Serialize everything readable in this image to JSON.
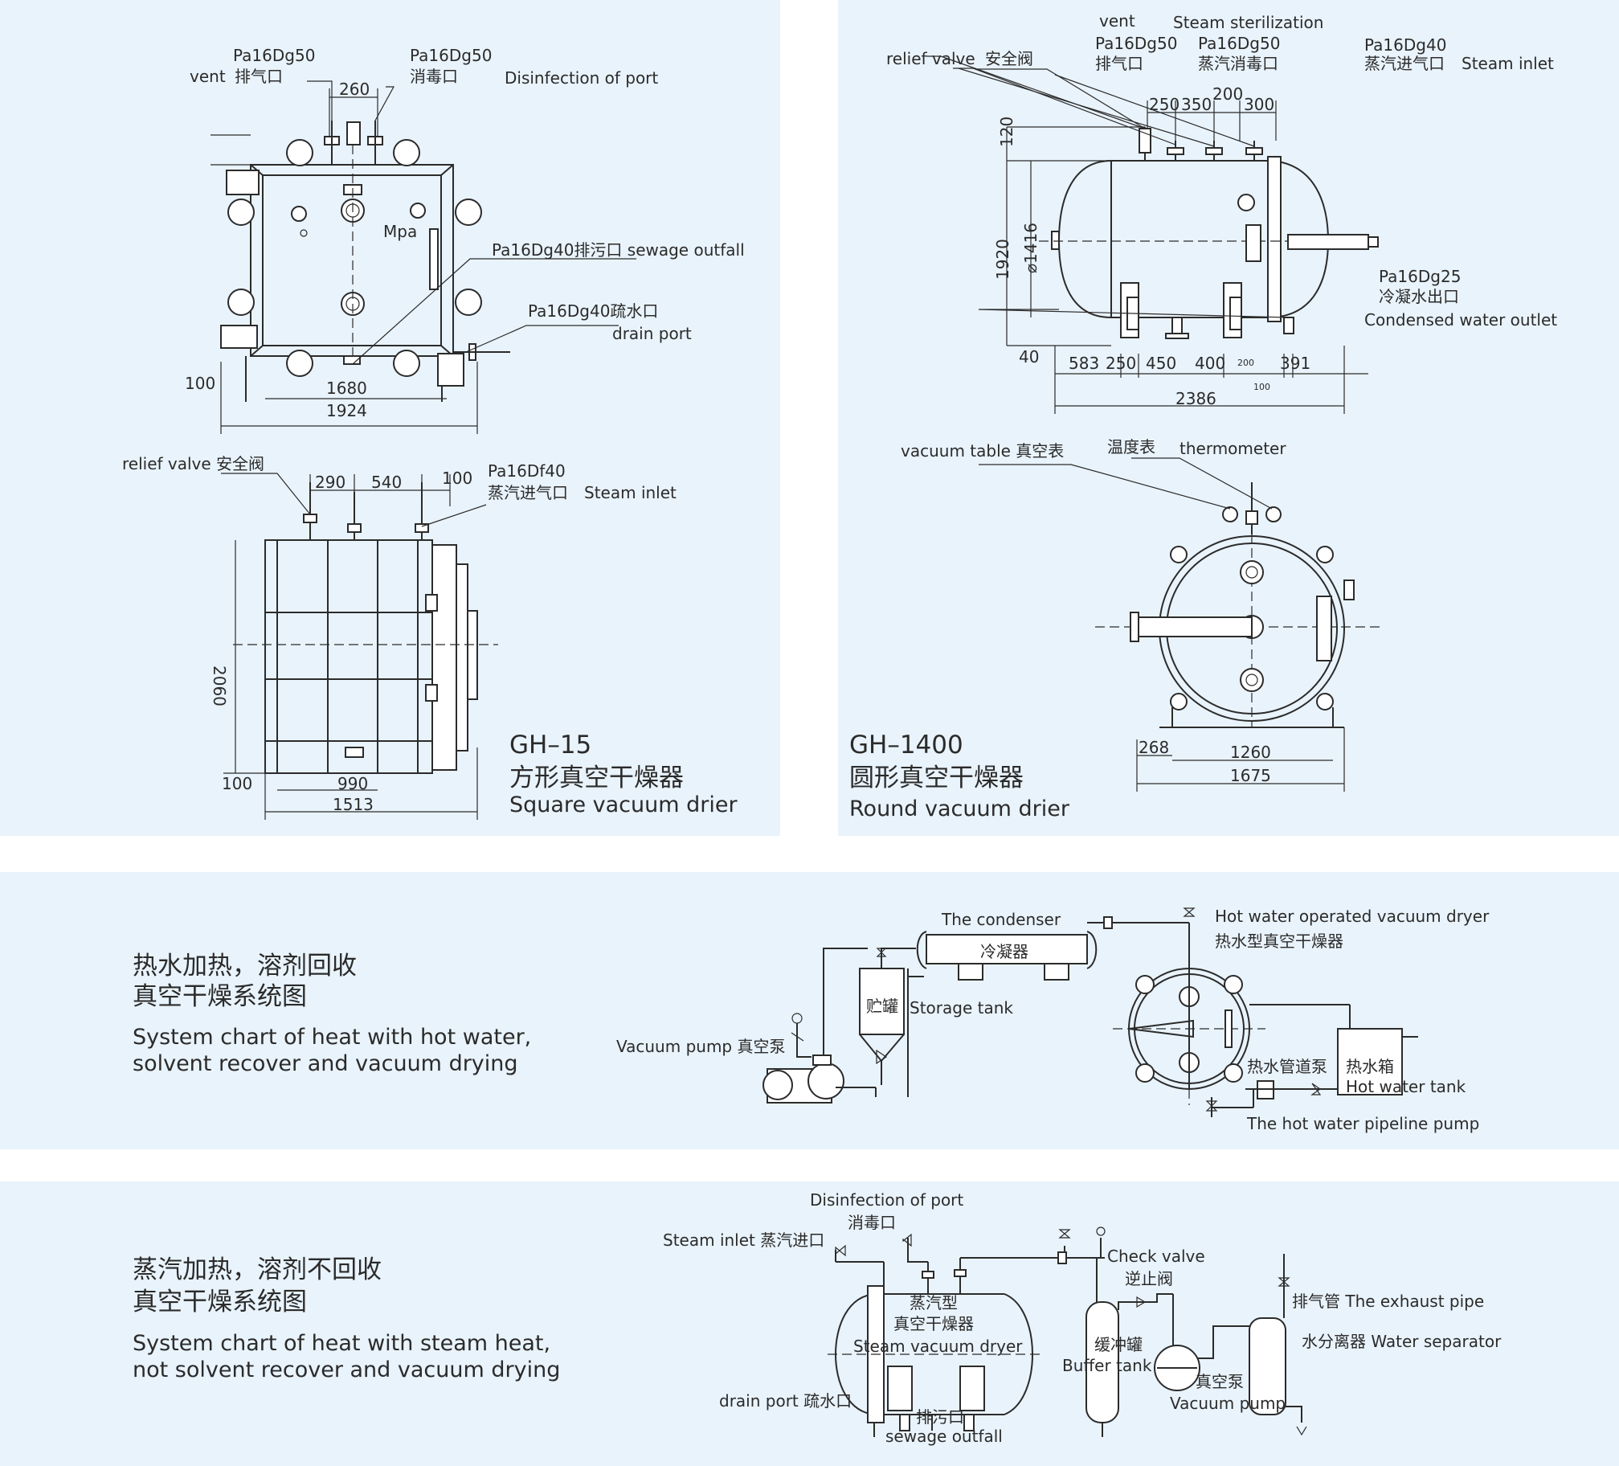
{
  "square": {
    "vent_spec": "Pa16Dg50",
    "vent_en": "vent",
    "vent_cn": "排气口",
    "disinfect_spec": "Pa16Dg50",
    "disinfect_cn": "消毒口",
    "disinfect_en": "Disinfection of port",
    "dim_260": "260",
    "mpa": "Mpa",
    "sewage": "Pa16Dg40排污口 sewage outfall",
    "drain_spec": "Pa16Dg40疏水口",
    "drain_en": "drain port",
    "dim_100_top": "100",
    "dim_1680": "1680",
    "dim_1924": "1924",
    "relief": "relief valve 安全阀",
    "dim_290": "290",
    "dim_540": "540",
    "dim_100_side": "100",
    "steam_spec": "Pa16Df40",
    "steam_cn": "蒸汽进气口",
    "steam_en": "Steam inlet",
    "dim_2060": "2060",
    "dim_100_bottom": "100",
    "dim_990": "990",
    "dim_1513": "1513",
    "model": "GH–15",
    "name_cn": "方形真空干燥器",
    "name_en": "Square vacuum drier"
  },
  "round": {
    "vent_en": "vent",
    "steam_ster_en": "Steam sterilization",
    "relief": "relief valve",
    "relief_cn": "安全阀",
    "vent_spec": "Pa16Dg50",
    "vent_cn": "排气口",
    "ster_spec": "Pa16Dg50",
    "ster_cn": "蒸汽消毒口",
    "steam_spec": "Pa16Dg40",
    "steam_cn": "蒸汽进气口",
    "steam_en": "Steam inlet",
    "d250": "250",
    "d350": "350",
    "d200": "200",
    "d300": "300",
    "d120": "120",
    "d1416": "⌀1416",
    "d1920": "1920",
    "cond_spec": "Pa16Dg25",
    "cond_cn": "冷凝水出口",
    "cond_en": "Condensed water outlet",
    "d40": "40",
    "d583": "583",
    "d250b": "250",
    "d450": "450",
    "d400": "400",
    "d200s": "200",
    "d100s": "100",
    "d391": "391",
    "d2386": "2386",
    "vac_table": "vacuum table 真空表",
    "thermo_cn": "温度表",
    "thermo_en": "thermometer",
    "d268": "268",
    "d1260": "1260",
    "d1675": "1675",
    "model": "GH–1400",
    "name_cn": "圆形真空干燥器",
    "name_en": "Round vacuum drier"
  },
  "hot": {
    "title_cn1": "热水加热，溶剂回收",
    "title_cn2": "真空干燥系统图",
    "title_en1": "System chart of heat with hot water,",
    "title_en2": "solvent recover and vacuum drying",
    "condenser_en": "The condenser",
    "condenser_cn": "冷凝器",
    "storage_cn": "贮罐",
    "storage_en": "Storage tank",
    "vacpump": "Vacuum pump 真空泵",
    "dryer_en": "Hot water operated vacuum dryer",
    "dryer_cn": "热水型真空干燥器",
    "pipepump_cn": "热水管道泵",
    "tank_cn": "热水箱",
    "tank_en": "Hot water tank",
    "pipepump_en": "The hot water pipeline pump"
  },
  "steam": {
    "title_cn1": "蒸汽加热，溶剂不回收",
    "title_cn2": "真空干燥系统图",
    "title_en1": "System chart of heat with steam heat,",
    "title_en2": "not solvent recover and vacuum drying",
    "disinfect_en": "Disinfection of port",
    "disinfect_cn": "消毒口",
    "steam_inlet": "Steam inlet  蒸汽进口",
    "dryer_cn1": "蒸汽型",
    "dryer_cn2": "真空干燥器",
    "dryer_en": "Steam vacuum dryer",
    "check_en": "Check valve",
    "check_cn": "逆止阀",
    "buffer_cn": "缓冲罐",
    "buffer_en": "Buffer tank",
    "vacpump_cn": "真空泵",
    "vacpump_en": "Vacuum pump",
    "exhaust": "排气管  The exhaust pipe",
    "separator": "水分离器  Water separator",
    "drain": "drain port 疏水口",
    "sewage_cn": "排污口",
    "sewage_en": "sewage outfall"
  }
}
